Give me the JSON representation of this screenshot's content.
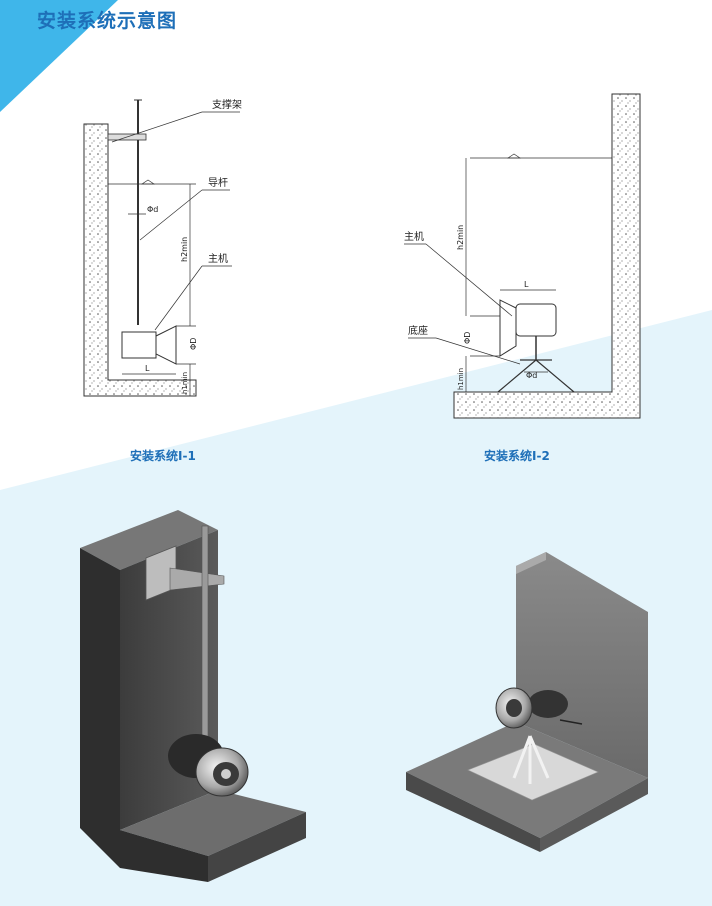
{
  "title": "安装系统示意图",
  "diagram1": {
    "caption": "安装系统I-1",
    "labels": {
      "support": "支撑架",
      "guide_rod": "导杆",
      "main_unit": "主机",
      "phi_d": "Φd",
      "phi_D": "ΦD",
      "L": "L",
      "h2min": "h2min",
      "h1min": "h1min"
    }
  },
  "diagram2": {
    "caption": "安装系统I-2",
    "labels": {
      "main_unit": "主机",
      "base": "底座",
      "phi_d": "Φd",
      "phi_D": "ΦD",
      "L": "L",
      "h2min": "h2min",
      "h1min": "h1min"
    }
  },
  "colors": {
    "accent": "#1e6fb8",
    "triangle": "#3fb6ea",
    "light_panel": "#e4f4fb",
    "concrete": "#606060"
  }
}
